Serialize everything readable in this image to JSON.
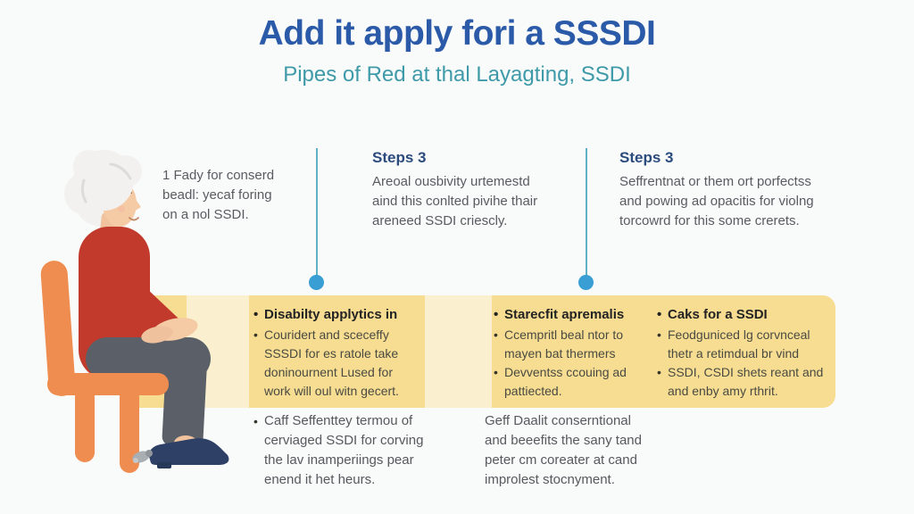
{
  "bullet_char": "•",
  "header": {
    "title": "Add it apply fori a SSSDI",
    "subtitle": "Pipes of Red at thal Layagting, SSDI"
  },
  "intro": {
    "text": "1 Fady for conserd\nbeadl: yecaf foring\non a nol SSDI."
  },
  "steps": [
    {
      "heading": "Steps 3",
      "body": "Areoal ousbivity urtemestd\naind this conlted pivihe thair\nareneed SSDI criescly."
    },
    {
      "heading": "Steps 3",
      "body": "Seffrentnat or them ort porfectss\nand powing ad opacitis for violng\ntorcowrd for this some crerets."
    }
  ],
  "band": {
    "columns": [
      {
        "header": "Disabilty applytics in",
        "items": [
          "Couridert and sceceffy\nSSSDI for es ratole take\ndoninournent Lused for\nwork will oul witn gecert."
        ]
      },
      {
        "header": "Starecfit apremalis",
        "items": [
          "Ccempritl beal ntor to\nmayen bat thermers",
          "Devventss ccouing ad\npattiected."
        ]
      },
      {
        "header": "Caks for a SSDI",
        "items": [
          "Feodguniced lg corvnceal\nthetr a retimdual br vind",
          "SSDI, CSDI shets reant and\nand enby amy rthrit."
        ]
      }
    ]
  },
  "footnotes": [
    {
      "text": "Caff Seffenttey termou of\ncerviaged SSDI for corving\nthe lav inamperiings pear\nenend it het heurs."
    },
    {
      "text": "Geff Daalit conserntional\nand beeefits the sany tand\npeter cm coreater at cand\nimprolest stocnyment."
    }
  ],
  "illustration": {
    "name": "elderly-woman-seated-on-chair"
  },
  "colors": {
    "title_blue": "#2a5aa8",
    "subtitle_teal": "#3e9aa8",
    "steps_navy": "#2b4b7e",
    "body_gray": "#585c61",
    "band_yellow": "#f6dd92",
    "band_light_strip": "#faf0d0",
    "timeline_dot_blue": "#389ed3",
    "timeline_line_teal": "#5fb2c6",
    "chair_orange": "#ef8c4f",
    "sweater_red": "#c23a2b",
    "pants_gray": "#5b6068",
    "shoe_navy": "#2e4066",
    "skin": "#f5cba6",
    "hair_white": "#f2f1ef"
  }
}
